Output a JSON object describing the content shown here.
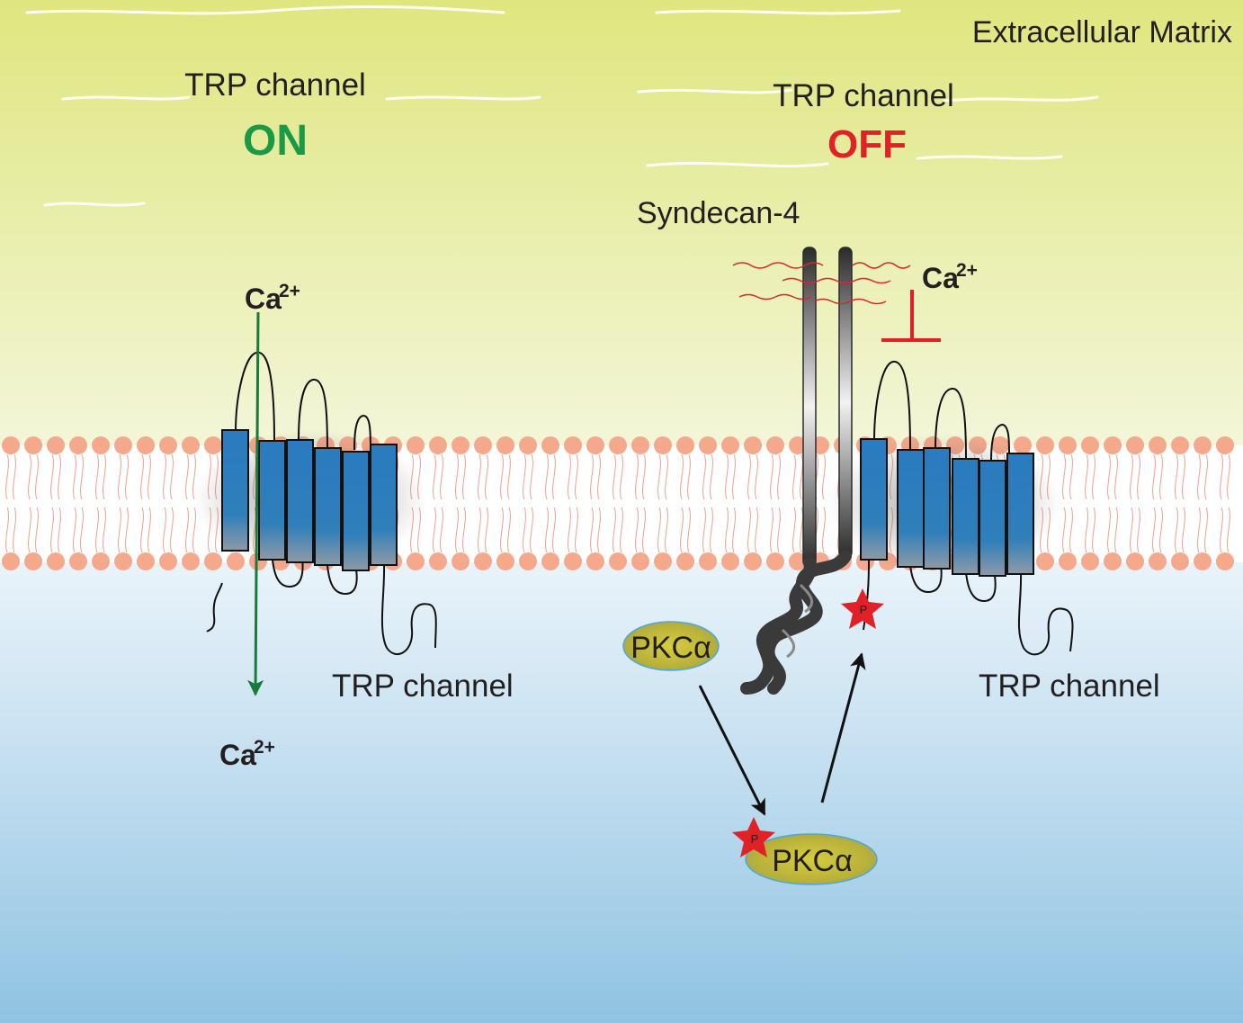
{
  "labels": {
    "extracellular_matrix": "Extracellular Matrix",
    "left_channel_title": "TRP channel",
    "left_channel_state": "ON",
    "right_channel_title": "TRP channel",
    "right_channel_state": "OFF",
    "syndecan": "Syndecan-4",
    "ion_base": "Ca",
    "ion_charge": "2+",
    "left_channel_label": "TRP channel",
    "right_channel_label": "TRP channel",
    "pkc": "PKCα",
    "phospho": "P"
  },
  "colors": {
    "ecm_top": "#dfe67e",
    "ecm_bottom": "#f2f6d6",
    "cyto_top": "#ffffff",
    "cyto_bottom": "#8fc3e2",
    "lipid_head": "#f4a98c",
    "lipid_tail": "#f0a08c",
    "helix_fill": "#2a7bbf",
    "on_green": "#1a9a46",
    "off_red": "#e02228",
    "pkc_fill": "#c8c23c",
    "pkc_edge": "#4fa8d8",
    "phospho_star": "#e02228"
  }
}
